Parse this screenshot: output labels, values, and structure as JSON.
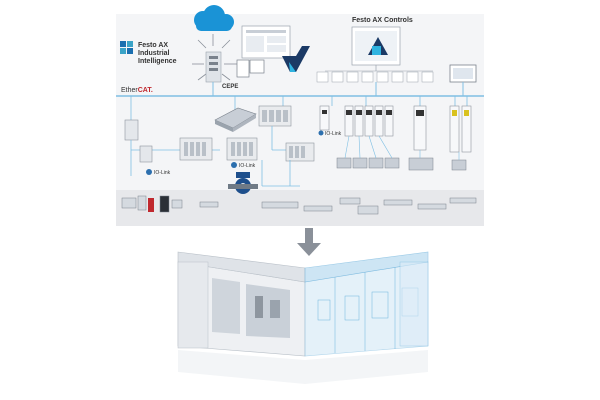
{
  "brand": {
    "ax_ii_line1": "Festo AX",
    "ax_ii_line2": "Industrial",
    "ax_ii_line3": "Intelligence",
    "ax_controls": "Festo AX Controls",
    "cepe": "CEPE",
    "ethercat_prefix": "Ether",
    "ethercat_suffix": "CAT.",
    "iolink_1": "IO-Link",
    "iolink_2": "IO-Link",
    "iolink_3": "IO-Link"
  },
  "colors": {
    "bus_line": "#7fbfe3",
    "panel": "#f2f3f5",
    "bottom_strip": "#e6e7ea",
    "cloud": "#1a93d6",
    "accent_teal": "#3aa3c7",
    "arrow": "#8a9099",
    "machine_glass": "#cfe6f5"
  },
  "icons": [
    "cloud-icon",
    "down-arrow-icon"
  ]
}
